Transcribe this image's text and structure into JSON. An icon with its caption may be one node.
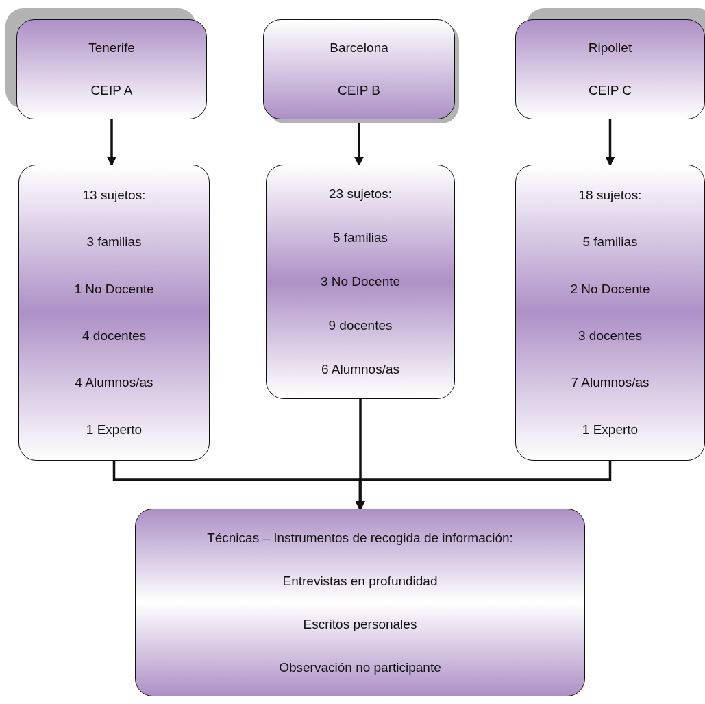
{
  "diagram": {
    "nodes": [
      {
        "text": [
          "Tenerife",
          "CEIP A"
        ]
      },
      {
        "text": [
          "Barcelona",
          "CEIP B"
        ]
      },
      {
        "text": [
          "Ripollet",
          "CEIP C"
        ]
      },
      {
        "text": [
          "13 sujetos:",
          "3 familias",
          "1 No Docente",
          "4 docentes",
          "4 Alumnos/as",
          "1 Experto"
        ]
      },
      {
        "text": [
          "23 sujetos:",
          "5 familias",
          "3 No Docente",
          "9 docentes",
          "6 Alumnos/as"
        ]
      },
      {
        "text": [
          "18 sujetos:",
          "5 familias",
          "2 No Docente",
          "3 docentes",
          "7 Alumnos/as",
          "1 Experto"
        ]
      },
      {
        "text": [
          "Técnicas – Instrumentos de recogida de información:",
          "Entrevistas en profundidad",
          "Escritos personales",
          "Observación no participante"
        ]
      }
    ],
    "edges": [
      {
        "from": 0,
        "to": 3,
        "arrow": "to"
      },
      {
        "from": 1,
        "to": 4,
        "arrow": "to"
      },
      {
        "from": 2,
        "to": 5,
        "arrow": "to"
      },
      {
        "from": 3,
        "to": 6,
        "arrow": "to"
      },
      {
        "from": 4,
        "to": 6,
        "arrow": "to"
      },
      {
        "from": 5,
        "to": 6,
        "arrow": "to"
      }
    ]
  }
}
